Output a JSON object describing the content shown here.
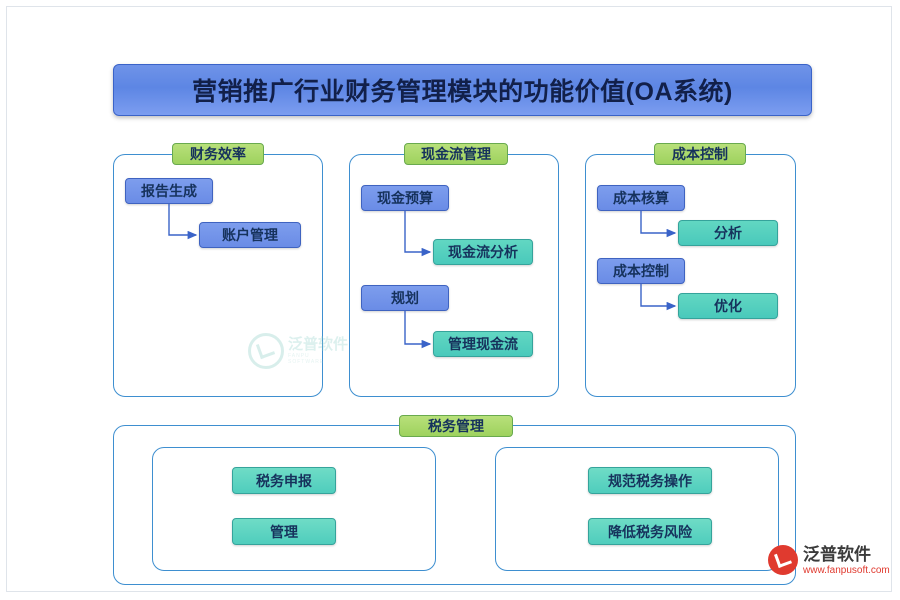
{
  "title": {
    "text": "营销推广行业财务管理模块的功能价值(OA系统)"
  },
  "groups": [
    {
      "id": "finance-efficiency",
      "title": "财务效率",
      "nodes": [
        {
          "label": "报告生成",
          "style": "blue"
        },
        {
          "label": "账户管理",
          "style": "blue"
        }
      ]
    },
    {
      "id": "cash-flow",
      "title": "现金流管理",
      "nodes": [
        {
          "label": "现金预算",
          "style": "blue"
        },
        {
          "label": "现金流分析",
          "style": "teal"
        },
        {
          "label": "规划",
          "style": "blue"
        },
        {
          "label": "管理现金流",
          "style": "teal"
        }
      ]
    },
    {
      "id": "cost-control",
      "title": "成本控制",
      "nodes": [
        {
          "label": "成本核算",
          "style": "blue"
        },
        {
          "label": "分析",
          "style": "teal"
        },
        {
          "label": "成本控制",
          "style": "blue"
        },
        {
          "label": "优化",
          "style": "teal"
        }
      ]
    },
    {
      "id": "tax-management",
      "title": "税务管理",
      "nodes": [
        {
          "label": "税务申报",
          "style": "teal2"
        },
        {
          "label": "管理",
          "style": "teal2"
        },
        {
          "label": "规范税务操作",
          "style": "teal2"
        },
        {
          "label": "降低税务风险",
          "style": "teal2"
        }
      ]
    }
  ],
  "watermarks": {
    "center": {
      "brand": "泛普软件",
      "sub": "FANPU SOFTWARE"
    },
    "bottom_right": {
      "brand": "泛普软件",
      "url": "www.fanpusoft.com"
    }
  },
  "colors": {
    "title_blue": "#6f93e8",
    "group_green": "#9ed25e",
    "node_blue": "#6a8ce6",
    "node_teal": "#49c9bb",
    "panel_border": "#3e8fd0",
    "accent_red": "#e03a2f"
  }
}
